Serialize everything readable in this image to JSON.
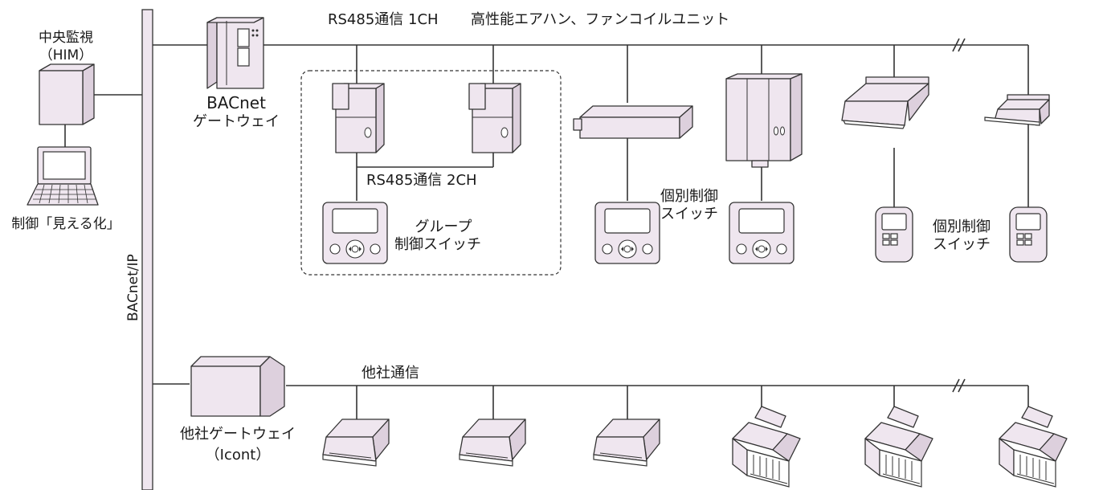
{
  "labels": {
    "central_monitor": "中央監視",
    "him": "（HIM）",
    "visualization": "制御「見える化」",
    "bus": "BACnet/IP",
    "bacnet_gw_1": "BACnet",
    "bacnet_gw_2": "ゲートウェイ",
    "rs485_1ch": "RS485通信 1CH",
    "units_title": "高性能エアハン、ファンコイルユニット",
    "rs485_2ch": "RS485通信 2CH",
    "group_switch_1": "グループ",
    "group_switch_2": "制御スイッチ",
    "indiv_switch_a1": "個別制御",
    "indiv_switch_a2": "スイッチ",
    "indiv_switch_b1": "個別制御",
    "indiv_switch_b2": "スイッチ",
    "other_comm": "他社通信",
    "other_gw": "他社ゲートウェイ",
    "icont": "（Icont）"
  }
}
